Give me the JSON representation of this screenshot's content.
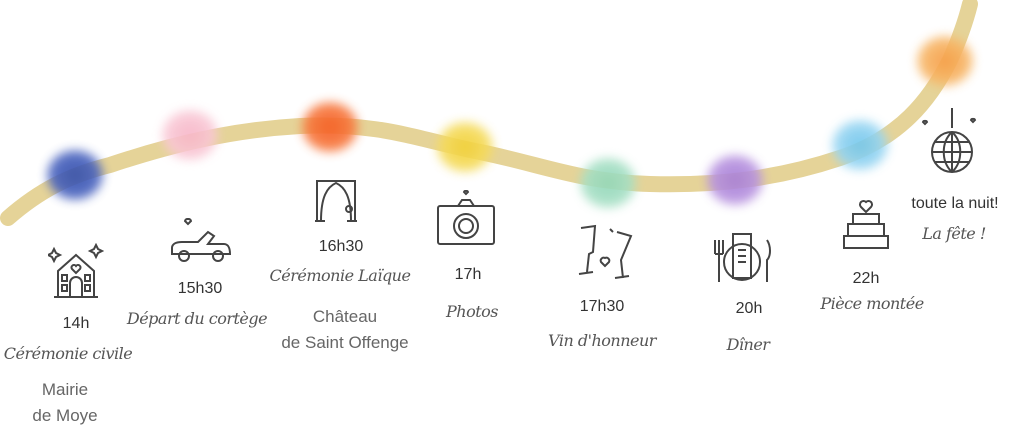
{
  "colors": {
    "path": "#e5d398",
    "blobs": [
      "#2f4aa8",
      "#f7b3c6",
      "#f5581c",
      "#f2cf30",
      "#8fd6b6",
      "#a57bd6",
      "#6cc5ec",
      "#f79a40"
    ]
  },
  "events": [
    {
      "time": "14h",
      "title": "Cérémonie civile",
      "place": [
        "Mairie",
        "de Moye"
      ],
      "icon": "town-hall-icon"
    },
    {
      "time": "15h30",
      "title": "Départ du cortège",
      "icon": "wedding-car-icon"
    },
    {
      "time": "16h30",
      "title": "Cérémonie Laïque",
      "place": [
        "Château",
        "de Saint Offenge"
      ],
      "icon": "arch-icon"
    },
    {
      "time": "17h",
      "title": "Photos",
      "icon": "camera-icon"
    },
    {
      "time": "17h30",
      "title": "Vin d'honneur",
      "icon": "champagne-glasses-icon"
    },
    {
      "time": "20h",
      "title": "Dîner",
      "icon": "dinner-plate-icon"
    },
    {
      "time": "22h",
      "title": "Pièce montée",
      "icon": "wedding-cake-icon"
    },
    {
      "time": "toute la nuit!",
      "title": "La fête !",
      "icon": "disco-ball-icon"
    }
  ]
}
